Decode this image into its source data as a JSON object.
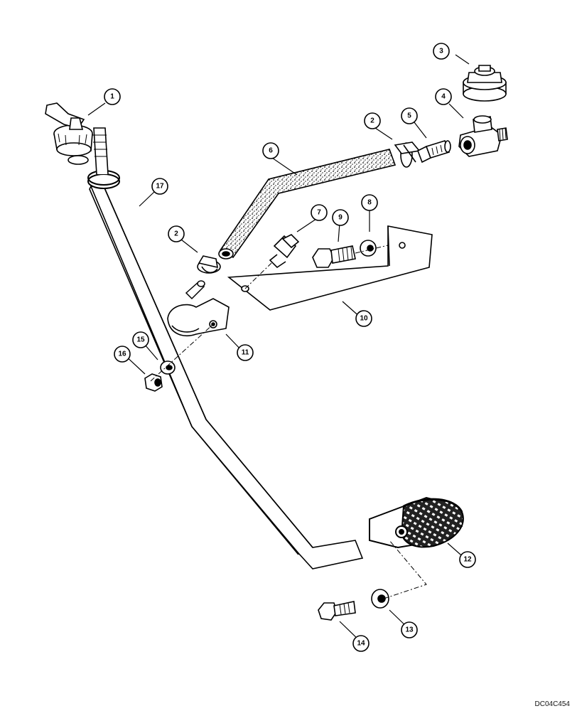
{
  "drawing_code": "DC04C454",
  "callouts": [
    {
      "id": "callout-1",
      "label": "1"
    },
    {
      "id": "callout-2a",
      "label": "2"
    },
    {
      "id": "callout-2b",
      "label": "2"
    },
    {
      "id": "callout-3",
      "label": "3"
    },
    {
      "id": "callout-4",
      "label": "4"
    },
    {
      "id": "callout-5",
      "label": "5"
    },
    {
      "id": "callout-6",
      "label": "6"
    },
    {
      "id": "callout-7",
      "label": "7"
    },
    {
      "id": "callout-8",
      "label": "8"
    },
    {
      "id": "callout-9",
      "label": "9"
    },
    {
      "id": "callout-10",
      "label": "10"
    },
    {
      "id": "callout-11",
      "label": "11"
    },
    {
      "id": "callout-12",
      "label": "12"
    },
    {
      "id": "callout-13",
      "label": "13"
    },
    {
      "id": "callout-14",
      "label": "14"
    },
    {
      "id": "callout-15",
      "label": "15"
    },
    {
      "id": "callout-16",
      "label": "16"
    },
    {
      "id": "callout-17",
      "label": "17"
    }
  ]
}
